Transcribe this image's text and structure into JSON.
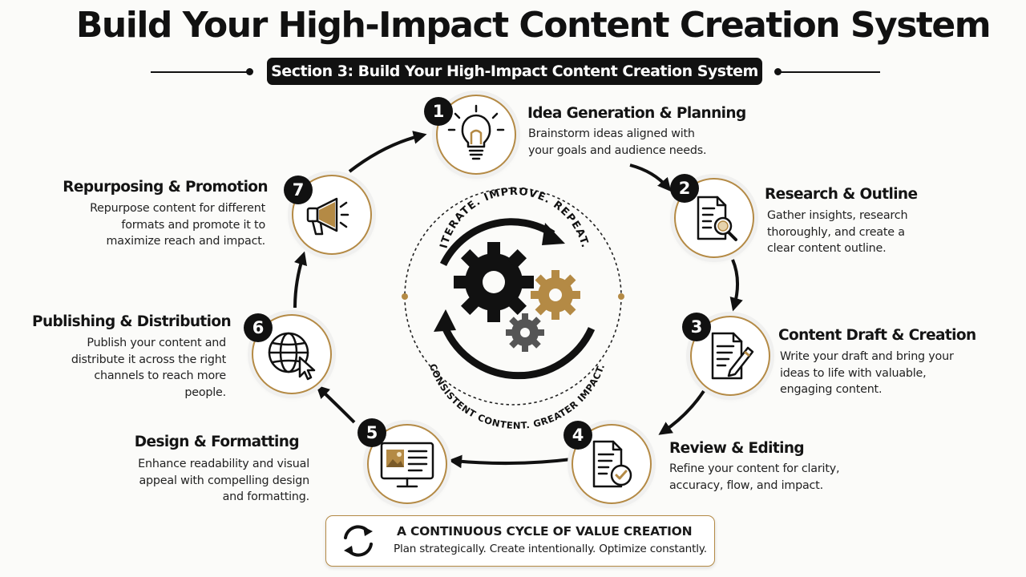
{
  "title": "Build Your High-Impact Content Creation System",
  "subtitle": "Section 3: Build Your High-Impact Content Creation System",
  "center": {
    "top_text": "ITERATE. IMPROVE. REPEAT.",
    "bottom_text": "CONSISTENT CONTENT. GREATER IMPACT."
  },
  "steps": [
    {
      "number": "1",
      "title": "Idea Generation & Planning",
      "lines": [
        "Brainstorm ideas aligned with",
        "your goals and audience needs."
      ],
      "icon": "lightbulb-icon"
    },
    {
      "number": "2",
      "title": "Research & Outline",
      "lines": [
        "Gather insights, research",
        "thoroughly, and create a",
        "clear content outline."
      ],
      "icon": "document-search-icon"
    },
    {
      "number": "3",
      "title": "Content Draft & Creation",
      "lines": [
        "Write your draft and bring your",
        "ideas to life with valuable,",
        "engaging content."
      ],
      "icon": "document-pencil-icon"
    },
    {
      "number": "4",
      "title": "Review & Editing",
      "lines": [
        "Refine your content for clarity,",
        "accuracy, flow, and impact."
      ],
      "icon": "document-check-icon"
    },
    {
      "number": "5",
      "title": "Design & Formatting",
      "lines": [
        "Enhance readability and visual",
        "appeal with compelling design",
        "and formatting."
      ],
      "icon": "monitor-design-icon"
    },
    {
      "number": "6",
      "title": "Publishing & Distribution",
      "lines": [
        "Publish your content and",
        "distribute it across the right",
        "channels to reach more",
        "people."
      ],
      "icon": "globe-cursor-icon"
    },
    {
      "number": "7",
      "title": "Repurposing & Promotion",
      "lines": [
        "Repurpose content for different",
        "formats and promote it to",
        "maximize reach and impact."
      ],
      "icon": "megaphone-icon"
    }
  ],
  "footer": {
    "title": "A  CONTINUOUS CYCLE OF VALUE CREATION",
    "text": "Plan strategically. Create intentionally. Optimize constantly."
  },
  "colors": {
    "accent": "#b48a45",
    "dark": "#111111",
    "gray": "#555555"
  }
}
